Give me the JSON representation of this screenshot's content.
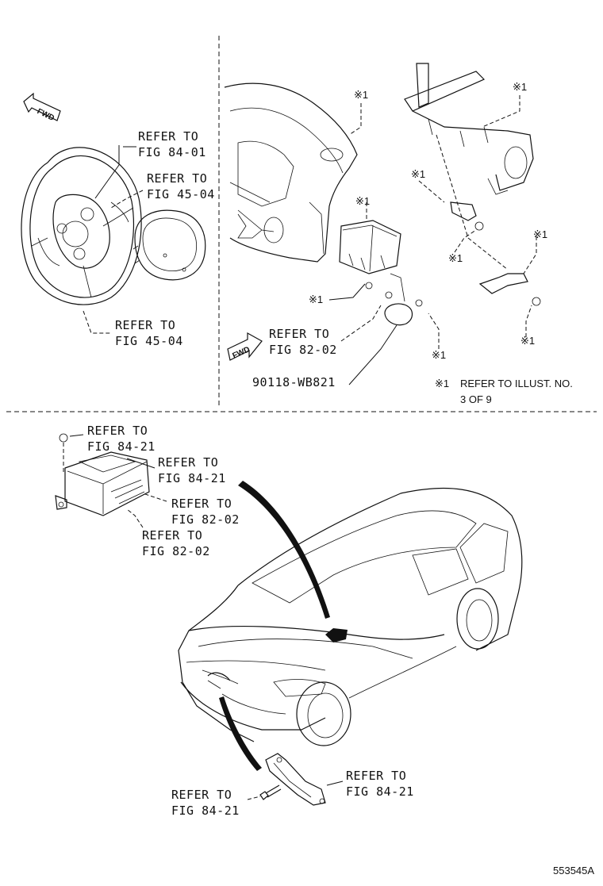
{
  "diagram": {
    "steering_section": {
      "fwd_label": "FWD",
      "callouts": [
        {
          "line1": "REFER TO",
          "line2": "FIG 84-01"
        },
        {
          "line1": "REFER TO",
          "line2": "FIG 45-04"
        },
        {
          "line1": "REFER TO",
          "line2": "FIG 45-04"
        }
      ]
    },
    "dash_section": {
      "fwd_label": "FWD",
      "note_marks": [
        "※1",
        "※1",
        "※1",
        "※1",
        "※1",
        "※1",
        "※1",
        "※1"
      ],
      "callouts": [
        {
          "line1": "REFER TO",
          "line2": "FIG 82-02"
        }
      ],
      "part_number": "90118-WB821",
      "note": {
        "mark": "※1",
        "line1": "REFER TO  ILLUST. NO.",
        "line2": "3 OF 9"
      }
    },
    "vehicle_section": {
      "callouts": [
        {
          "line1": "REFER TO",
          "line2": "FIG 84-21"
        },
        {
          "line1": "REFER TO",
          "line2": "FIG 84-21"
        },
        {
          "line1": "REFER TO",
          "line2": "FIG 82-02"
        },
        {
          "line1": "REFER TO",
          "line2": "FIG 82-02"
        },
        {
          "line1": "REFER TO",
          "line2": "FIG 84-21"
        },
        {
          "line1": "REFER TO",
          "line2": "FIG 84-21"
        }
      ]
    },
    "illustration_id": "553545A"
  }
}
